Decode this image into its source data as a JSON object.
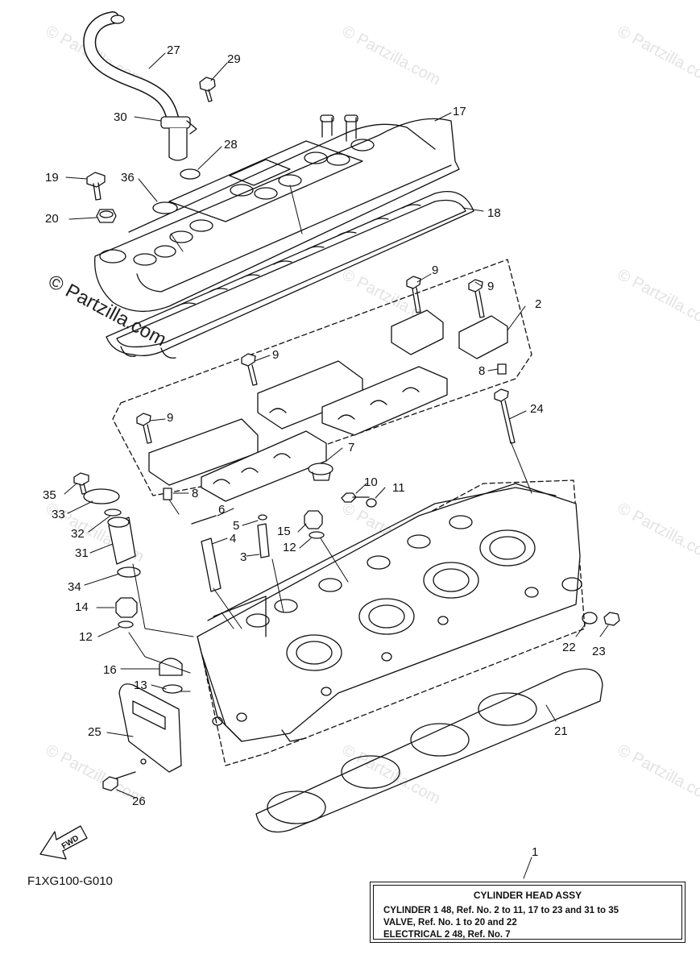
{
  "diagram": {
    "figure_code": "F1XG100-G010",
    "fwd_label": "FWD",
    "watermark": "© Partzilla.com",
    "assembly": {
      "ref_no": "1",
      "title": "CYLINDER HEAD ASSY",
      "lines": [
        "CYLINDER 1 48,  Ref. No. 2 to 11, 17 to 23 and 31 to 35",
        "VALVE,  Ref. No. 1 to 20 and 22",
        "ELECTRICAL 2 48,  Ref. No. 7"
      ]
    },
    "callouts": [
      {
        "id": "c27",
        "label": "27"
      },
      {
        "id": "c29",
        "label": "29"
      },
      {
        "id": "c30",
        "label": "30"
      },
      {
        "id": "c28",
        "label": "28"
      },
      {
        "id": "c17",
        "label": "17"
      },
      {
        "id": "c19",
        "label": "19"
      },
      {
        "id": "c36",
        "label": "36"
      },
      {
        "id": "c20",
        "label": "20"
      },
      {
        "id": "c18",
        "label": "18"
      },
      {
        "id": "c9a",
        "label": "9"
      },
      {
        "id": "c9b",
        "label": "9"
      },
      {
        "id": "c2",
        "label": "2"
      },
      {
        "id": "c9c",
        "label": "9"
      },
      {
        "id": "c8a",
        "label": "8"
      },
      {
        "id": "c9d",
        "label": "9"
      },
      {
        "id": "c24",
        "label": "24"
      },
      {
        "id": "c7",
        "label": "7"
      },
      {
        "id": "c8b",
        "label": "8"
      },
      {
        "id": "c35",
        "label": "35"
      },
      {
        "id": "c10",
        "label": "10"
      },
      {
        "id": "c11",
        "label": "11"
      },
      {
        "id": "c33",
        "label": "33"
      },
      {
        "id": "c6",
        "label": "6"
      },
      {
        "id": "c32",
        "label": "32"
      },
      {
        "id": "c5",
        "label": "5"
      },
      {
        "id": "c15",
        "label": "15"
      },
      {
        "id": "c4",
        "label": "4"
      },
      {
        "id": "c31",
        "label": "31"
      },
      {
        "id": "c3",
        "label": "3"
      },
      {
        "id": "c12a",
        "label": "12"
      },
      {
        "id": "c34",
        "label": "34"
      },
      {
        "id": "c14",
        "label": "14"
      },
      {
        "id": "c12b",
        "label": "12"
      },
      {
        "id": "c22",
        "label": "22"
      },
      {
        "id": "c23",
        "label": "23"
      },
      {
        "id": "c16",
        "label": "16"
      },
      {
        "id": "c13",
        "label": "13"
      },
      {
        "id": "c25",
        "label": "25"
      },
      {
        "id": "c21",
        "label": "21"
      },
      {
        "id": "c26",
        "label": "26"
      },
      {
        "id": "c1",
        "label": "1"
      }
    ]
  }
}
